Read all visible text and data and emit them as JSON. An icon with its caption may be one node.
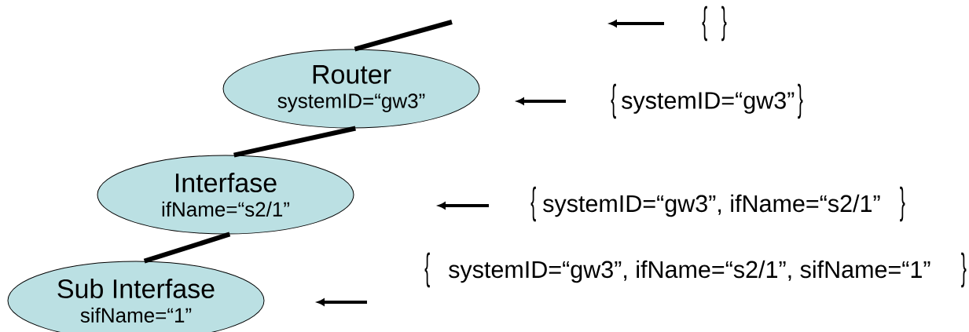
{
  "diagram": {
    "nodes": [
      {
        "text": [
          "Router",
          "systemID=“gw3”"
        ]
      },
      {
        "text": [
          "Interfase",
          "ifName=“s2/1”"
        ]
      },
      {
        "text": [
          "Sub Interfase",
          "sifName=“1”"
        ]
      }
    ],
    "edges": [
      {
        "from": null,
        "to": 0,
        "arrow": "none"
      },
      {
        "from": 0,
        "to": 1,
        "arrow": "none"
      },
      {
        "from": 1,
        "to": 2,
        "arrow": "none"
      }
    ],
    "labels": [
      "{",
      "}",
      "{",
      "systemID=“gw3”",
      "}",
      "{",
      "systemID=“gw3”, ifName=“s2/1”",
      "}",
      "{",
      "systemID=“gw3”, ifName=“s2/1”, sifName=“1”",
      "}"
    ]
  }
}
